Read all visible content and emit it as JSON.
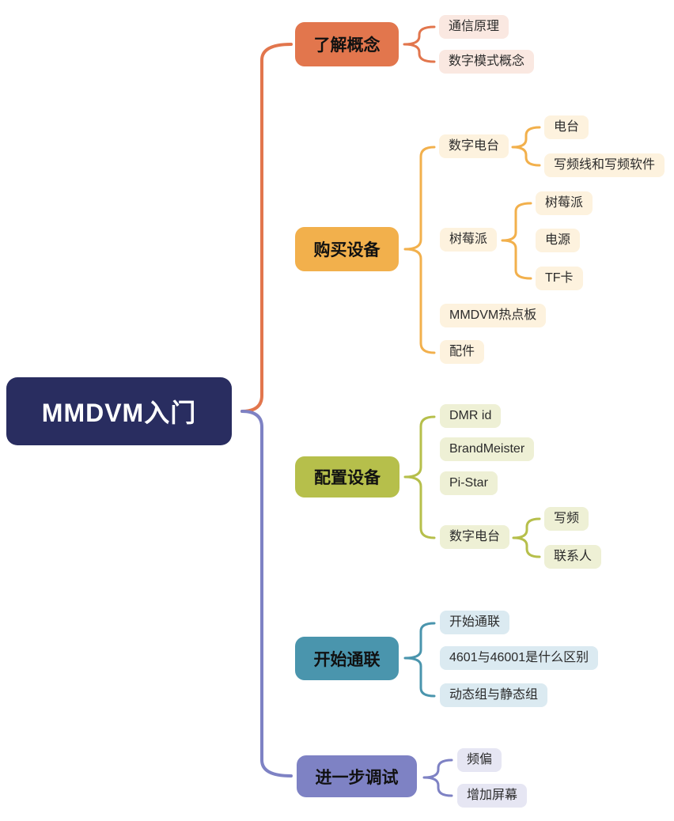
{
  "colors": {
    "background": "#ffffff",
    "root_bg": "#292d60",
    "root_text": "#ffffff",
    "child_text": "#2b2b2b"
  },
  "mindmap": {
    "root": {
      "label": "MMDVM入门"
    },
    "branches": [
      {
        "label": "了解概念",
        "color": "#e2764d",
        "child_bg": "#fae8e1",
        "children": [
          {
            "label": "通信原理"
          },
          {
            "label": "数字模式概念"
          }
        ]
      },
      {
        "label": "购买设备",
        "color": "#f2b04c",
        "child_bg": "#fdf2de",
        "children": [
          {
            "label": "数字电台",
            "children": [
              {
                "label": "电台"
              },
              {
                "label": "写频线和写频软件"
              }
            ]
          },
          {
            "label": "树莓派",
            "children": [
              {
                "label": "树莓派"
              },
              {
                "label": "电源"
              },
              {
                "label": "TF卡"
              }
            ]
          },
          {
            "label": "MMDVM热点板"
          },
          {
            "label": "配件"
          }
        ]
      },
      {
        "label": "配置设备",
        "color": "#b6bf4b",
        "child_bg": "#eef0d5",
        "children": [
          {
            "label": "DMR id"
          },
          {
            "label": "BrandMeister"
          },
          {
            "label": "Pi-Star"
          },
          {
            "label": "数字电台",
            "children": [
              {
                "label": "写频"
              },
              {
                "label": "联系人"
              }
            ]
          }
        ]
      },
      {
        "label": "开始通联",
        "color": "#4a95ad",
        "child_bg": "#dbeaf1",
        "children": [
          {
            "label": "开始通联"
          },
          {
            "label": "4601与46001是什么区别"
          },
          {
            "label": "动态组与静态组"
          }
        ]
      },
      {
        "label": "进一步调试",
        "color": "#7e82c4",
        "child_bg": "#e6e6f3",
        "children": [
          {
            "label": "频偏"
          },
          {
            "label": "增加屏幕"
          }
        ]
      }
    ]
  }
}
